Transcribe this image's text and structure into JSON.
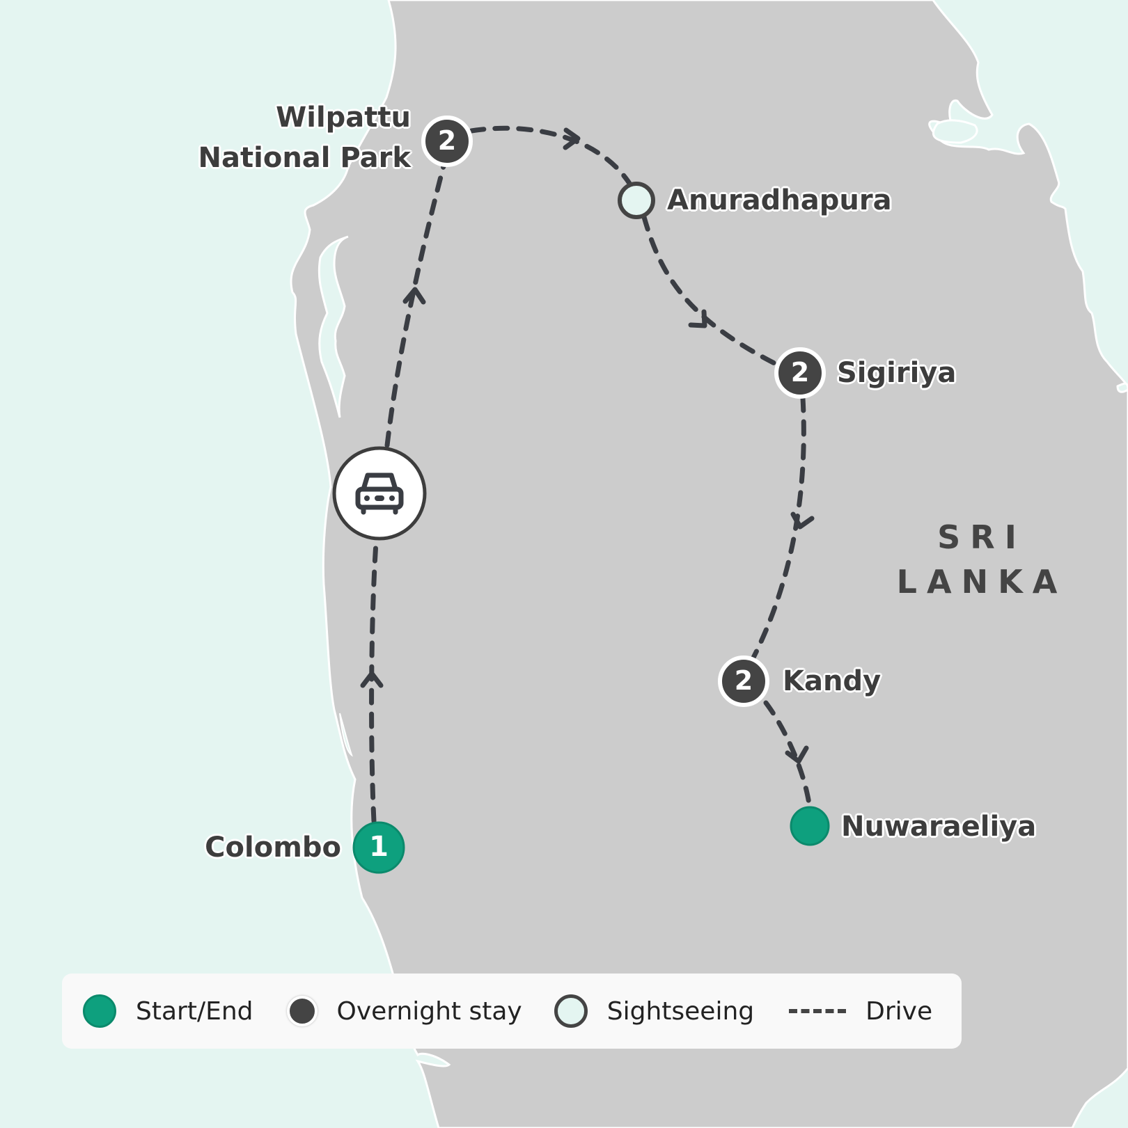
{
  "map": {
    "country_label": [
      "SRI",
      "LANKA"
    ],
    "colors": {
      "sea": "#e4f5f1",
      "land": "#cccccc",
      "route": "#3a3d43",
      "start_end": "#0ea07e",
      "overnight": "#444444",
      "sightseeing_fill": "#e4f5f1"
    },
    "transport_icon": "car-icon",
    "stops": [
      {
        "name": "Colombo",
        "type": "start",
        "nights": "1"
      },
      {
        "name": "Wilpattu National Park",
        "line1": "Wilpattu",
        "line2": "National Park",
        "type": "overnight",
        "nights": "2"
      },
      {
        "name": "Anuradhapura",
        "type": "sightseeing",
        "nights": ""
      },
      {
        "name": "Sigiriya",
        "type": "overnight",
        "nights": "2"
      },
      {
        "name": "Kandy",
        "type": "overnight",
        "nights": "2"
      },
      {
        "name": "Nuwaraeliya",
        "type": "end",
        "nights": ""
      }
    ]
  },
  "legend": {
    "items": [
      {
        "label": "Start/End",
        "symbol": "green-dot"
      },
      {
        "label": "Overnight stay",
        "symbol": "dark-dot"
      },
      {
        "label": "Sightseeing",
        "symbol": "outlined-dot"
      },
      {
        "label": "Drive",
        "symbol": "dashed-line"
      }
    ]
  }
}
